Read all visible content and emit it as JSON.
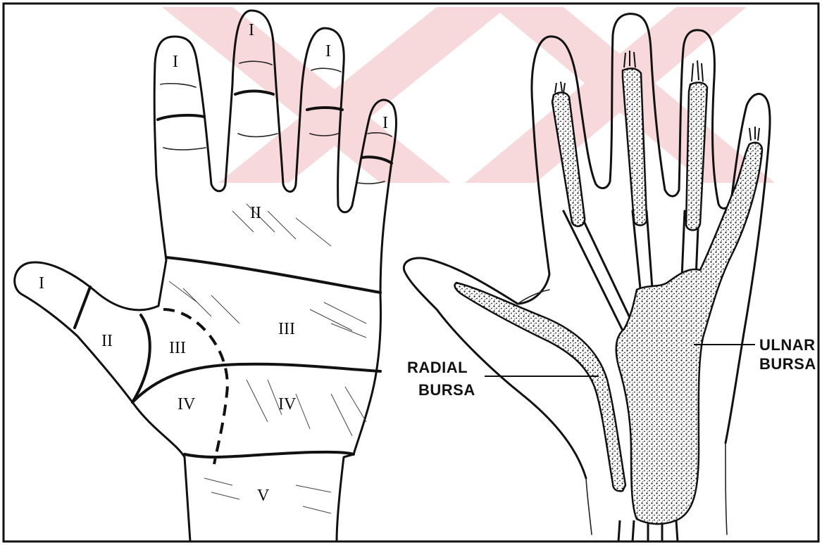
{
  "left_figure": {
    "zone_labels": {
      "fingertip_index": "I",
      "fingertip_middle": "I",
      "fingertip_ring": "I",
      "fingertip_little": "I",
      "thumb_tip": "I",
      "thumb_proximal": "II",
      "palm_distal": "II",
      "palm_middle_thenar": "III",
      "palm_middle_ulnar": "III",
      "palm_proximal_thenar": "IV",
      "palm_proximal_ulnar": "IV",
      "wrist": "V"
    }
  },
  "right_figure": {
    "callouts": {
      "radial_line1": "RADIAL",
      "radial_line2": "BURSA",
      "ulnar_line1": "ULNAR",
      "ulnar_line2": "BURSA"
    }
  },
  "colors": {
    "ink": "#111111",
    "watermark": "#f3c9cc",
    "background": "#ffffff"
  }
}
